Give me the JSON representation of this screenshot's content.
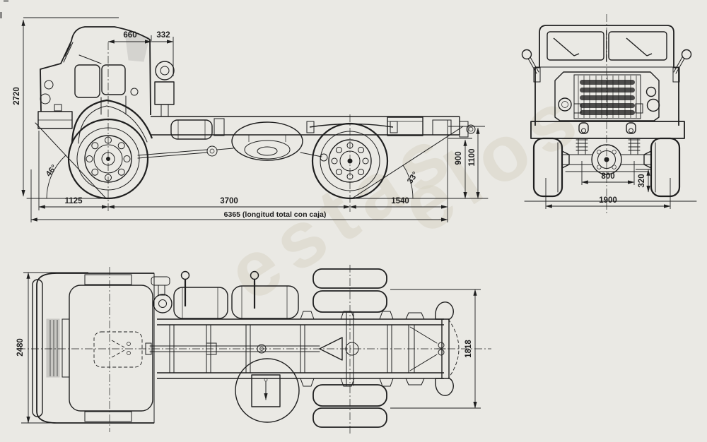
{
  "document": {
    "type": "technical blueprint drawing",
    "subject": "military truck chassis - side, front and top views",
    "colors": {
      "paper": "#eae9e4",
      "ink": "#1f1f1f",
      "watermark": "#d8d4c6"
    },
    "watermark_fragments": {
      "a": "estas",
      "b": "elos"
    }
  },
  "side_view": {
    "dimensions": {
      "overall_height": "2720",
      "axle_to_cab_rear": "660",
      "cab_rear_to_stack": "332",
      "approach_angle": "46°",
      "departure_angle": "33°",
      "frame_bottom_height": "900",
      "frame_top_height": "1100",
      "front_overhang": "1125",
      "wheelbase": "3700",
      "rear_overhang": "1540",
      "overall_length": "6365 (longitud total con caja)"
    }
  },
  "front_view": {
    "dimensions": {
      "spring_centers": "800",
      "axle_height": "320",
      "track_width": "1900"
    }
  },
  "plan_view": {
    "dimensions": {
      "overall_width": "2480",
      "rear_tires_inner_width": "1818"
    }
  }
}
